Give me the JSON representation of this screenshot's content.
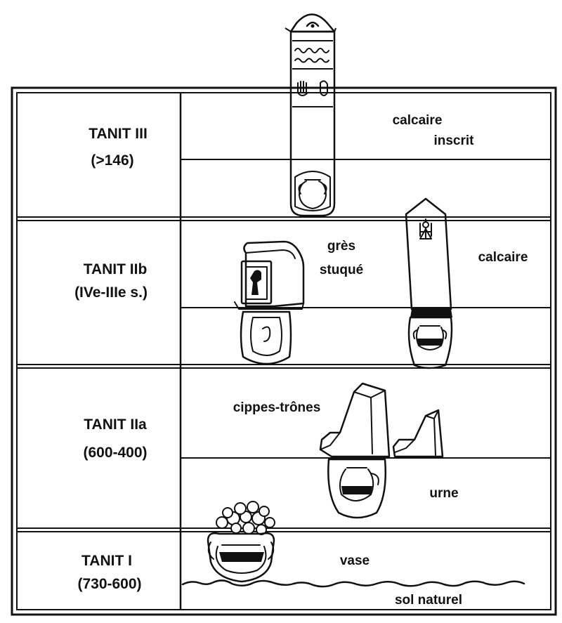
{
  "periods": [
    {
      "name": "TANIT III",
      "date": "(>146)"
    },
    {
      "name": "TANIT IIb",
      "date": "(IVe-IIIe s.)"
    },
    {
      "name": "TANIT IIa",
      "date": "(600-400)"
    },
    {
      "name": "TANIT I",
      "date": "(730-600)"
    }
  ],
  "annotations": {
    "calcaire_inscrit_1": "calcaire",
    "calcaire_inscrit_2": "inscrit",
    "gres_stuque_1": "grès",
    "gres_stuque_2": "stuqué",
    "calcaire": "calcaire",
    "cippes_trones": "cippes-trônes",
    "urne": "urne",
    "vase": "vase",
    "sol_naturel": "sol naturel"
  },
  "colors": {
    "ink": "#111111",
    "paper": "#ffffff"
  }
}
